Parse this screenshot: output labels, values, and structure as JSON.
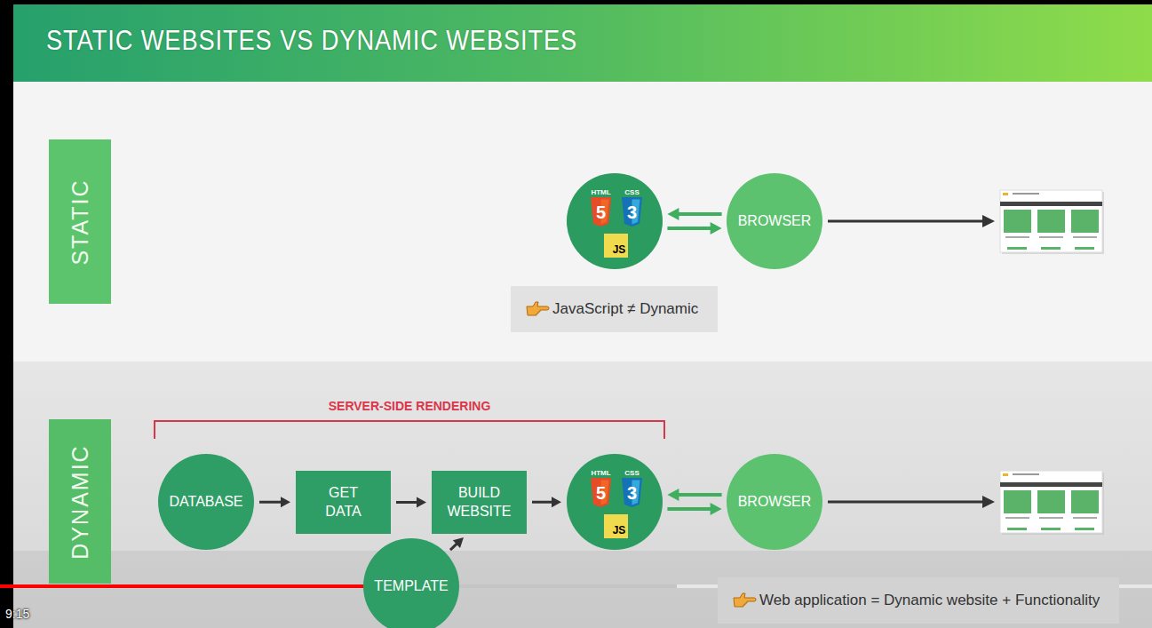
{
  "diagram": {
    "title": "STATIC WEBSITES VS DYNAMIC WEBSITES",
    "nodes": [
      {
        "text": [
          "STATIC"
        ]
      },
      {
        "text": [
          "HTML",
          "5",
          "CSS",
          "3",
          "JS"
        ]
      },
      {
        "text": [
          "BROWSER"
        ]
      },
      {
        "text": [
          "JavaScript ≠ Dynamic"
        ]
      },
      {
        "text": [
          "DYNAMIC"
        ]
      },
      {
        "text": [
          "DATABASE"
        ]
      },
      {
        "text": [
          "GET DATA"
        ]
      },
      {
        "text": [
          "BUILD WEBSITE"
        ]
      },
      {
        "text": [
          "TEMPLATE"
        ]
      },
      {
        "text": [
          "HTML",
          "5",
          "CSS",
          "3",
          "JS"
        ]
      },
      {
        "text": [
          "BROWSER"
        ]
      },
      {
        "text": [
          "Web application = Dynamic website + Functionality"
        ]
      }
    ],
    "edges": [
      {
        "from": 2,
        "to": 1,
        "arrow": "to"
      },
      {
        "from": 1,
        "to": 2,
        "arrow": "to"
      },
      {
        "from": 5,
        "to": 6,
        "arrow": "to"
      },
      {
        "from": 6,
        "to": 7,
        "arrow": "to"
      },
      {
        "from": 8,
        "to": 7,
        "arrow": "to"
      },
      {
        "from": 7,
        "to": 9,
        "arrow": "to"
      },
      {
        "from": 10,
        "to": 9,
        "arrow": "to"
      },
      {
        "from": 9,
        "to": 10,
        "arrow": "to"
      }
    ],
    "labels": [
      "SERVER-SIDE RENDERING",
      "9:15"
    ]
  }
}
